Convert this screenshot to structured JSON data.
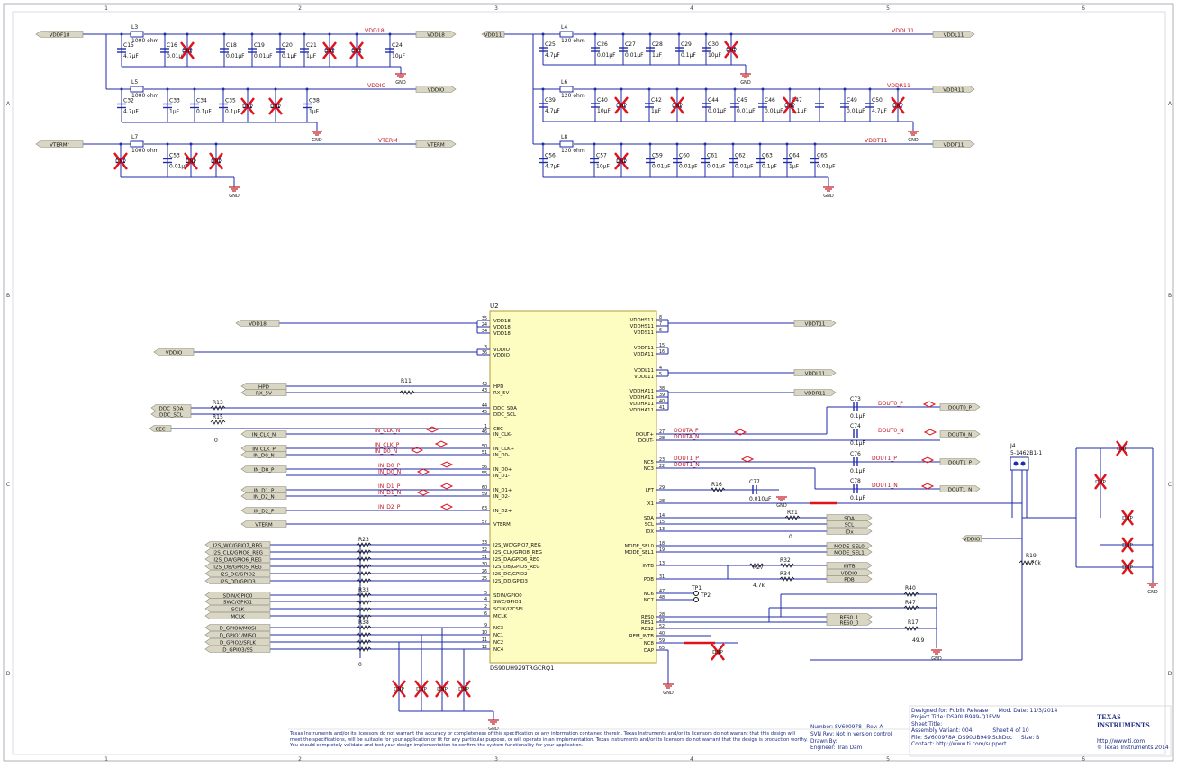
{
  "grid": {
    "columns": [
      "1",
      "2",
      "3",
      "4",
      "5",
      "6"
    ],
    "rows": [
      "A",
      "B",
      "C",
      "D"
    ]
  },
  "ic": {
    "ref": "U2",
    "part": "DS90UH929TRGCRQ1",
    "left_pins": [
      {
        "num": "35",
        "name": "VDD18"
      },
      {
        "num": "24",
        "name": "VDD18"
      },
      {
        "num": "34",
        "name": "VDD18"
      },
      {
        "num": "3",
        "name": "VDDIO"
      },
      {
        "num": "36",
        "name": "VDDIO"
      },
      {
        "num": "42",
        "name": "HPD"
      },
      {
        "num": "43",
        "name": "RX_5V"
      },
      {
        "num": "44",
        "name": "DDC_SDA"
      },
      {
        "num": "45",
        "name": "DDC_SCL"
      },
      {
        "num": "1",
        "name": "CEC"
      },
      {
        "num": "46",
        "name": "IN_CLK-"
      },
      {
        "num": "50",
        "name": "IN_CLK+"
      },
      {
        "num": "51",
        "name": "IN_D0-"
      },
      {
        "num": "56",
        "name": "IN_D0+"
      },
      {
        "num": "55",
        "name": "IN_D1-"
      },
      {
        "num": "60",
        "name": "IN_D1+"
      },
      {
        "num": "59",
        "name": "IN_D2-"
      },
      {
        "num": "63",
        "name": "IN_D2+"
      },
      {
        "num": "57",
        "name": "VTERM"
      },
      {
        "num": "33",
        "name": "I2S_WC/GPIO7_REG"
      },
      {
        "num": "32",
        "name": "I2S_CLK/GPIO8_REG"
      },
      {
        "num": "31",
        "name": "I2S_DA/GPIO6_REG"
      },
      {
        "num": "30",
        "name": "I2S_DB/GPIO5_REG"
      },
      {
        "num": "26",
        "name": "I2S_DC/GPIO2"
      },
      {
        "num": "25",
        "name": "I2S_DD/GPIO3"
      },
      {
        "num": "5",
        "name": "SDIN/GPIO0"
      },
      {
        "num": "4",
        "name": "SWC/GPIO1"
      },
      {
        "num": "2",
        "name": "SCLK/I2CSEL"
      },
      {
        "num": "6",
        "name": "MCLK"
      },
      {
        "num": "9",
        "name": "NC3"
      },
      {
        "num": "10",
        "name": "NC1"
      },
      {
        "num": "11",
        "name": "NC2"
      },
      {
        "num": "12",
        "name": "NC4"
      }
    ],
    "right_pins": [
      {
        "num": "8",
        "name": "VDDHS11"
      },
      {
        "num": "7",
        "name": "VDDHS11"
      },
      {
        "num": "6",
        "name": "VDDS11"
      },
      {
        "num": "15",
        "name": "VDDP11"
      },
      {
        "num": "16",
        "name": "VDDA11"
      },
      {
        "num": "4",
        "name": "VDDL11"
      },
      {
        "num": "5",
        "name": "VDDL11"
      },
      {
        "num": "38",
        "name": "VDDHA11"
      },
      {
        "num": "39",
        "name": "VDDHA11"
      },
      {
        "num": "40",
        "name": "VDDHA11"
      },
      {
        "num": "41",
        "name": "VDDHA11"
      },
      {
        "num": "27",
        "name": "DOUT+"
      },
      {
        "num": "28",
        "name": "DOUT-"
      },
      {
        "num": "23",
        "name": "NC5"
      },
      {
        "num": "22",
        "name": "NC3"
      },
      {
        "num": "29",
        "name": "LFT"
      },
      {
        "num": "28",
        "name": "X1"
      },
      {
        "num": "14",
        "name": "SDA"
      },
      {
        "num": "15",
        "name": "SCL"
      },
      {
        "num": "13",
        "name": "IDX"
      },
      {
        "num": "18",
        "name": "MODE_SEL0"
      },
      {
        "num": "19",
        "name": "MODE_SEL1"
      },
      {
        "num": "13",
        "name": "INTB"
      },
      {
        "num": "31",
        "name": "PDB"
      },
      {
        "num": "47",
        "name": "NC6"
      },
      {
        "num": "48",
        "name": "NC7"
      },
      {
        "num": "28",
        "name": "RES0"
      },
      {
        "num": "29",
        "name": "RES1"
      },
      {
        "num": "52",
        "name": "RES2"
      },
      {
        "num": "40",
        "name": "REM_INTB"
      },
      {
        "num": "59",
        "name": "NC8"
      },
      {
        "num": "65",
        "name": "DAP"
      }
    ]
  },
  "power_ports": {
    "vddf18": "VDDF18",
    "vdd18": "VDD18",
    "vddio": "VDDIO",
    "vtermr": "VTERMr",
    "vterm": "VTERM",
    "vdd11": "VDD11",
    "vddl11": "VDDL11",
    "vddr11": "VDDR11",
    "vddt11": "VDDT11"
  },
  "net_labels": {
    "vdd18": "VDD18",
    "vddio": "VDDIO",
    "vterm": "VTERM",
    "vddl11": "VDDL11",
    "vddr11": "VDDR11",
    "vddt11": "VDDT11"
  },
  "inductors": [
    {
      "ref": "L3",
      "val": "1000 ohm"
    },
    {
      "ref": "L5",
      "val": "1000 ohm"
    },
    {
      "ref": "L7",
      "val": "1000 ohm"
    },
    {
      "ref": "L4",
      "val": "120 ohm"
    },
    {
      "ref": "L6",
      "val": "120 ohm"
    },
    {
      "ref": "L8",
      "val": "120 ohm"
    }
  ],
  "cap_rows": [
    [
      {
        "ref": "C15",
        "val": "4.7µF"
      },
      {
        "ref": "C16",
        "val": "0.01µF"
      },
      {
        "ref": "C18",
        "val": "0.01µF"
      },
      {
        "ref": "C19",
        "val": "0.01µF"
      },
      {
        "ref": "C20",
        "val": "0.1µF"
      },
      {
        "ref": "C21",
        "val": "1µF"
      },
      {
        "ref": "C24",
        "val": "10µF"
      }
    ],
    [
      {
        "ref": "C32",
        "val": "4.7µF"
      },
      {
        "ref": "C33",
        "val": "1µF"
      },
      {
        "ref": "C34",
        "val": "0.1µF"
      },
      {
        "ref": "C35",
        "val": "0.1µF"
      },
      {
        "ref": "C38",
        "val": "1µF"
      }
    ],
    [
      {
        "ref": "C53",
        "val": "0.01µF"
      }
    ],
    [
      {
        "ref": "C25",
        "val": "4.7µF"
      },
      {
        "ref": "C26",
        "val": "0.01µF"
      },
      {
        "ref": "C27",
        "val": "0.01µF"
      },
      {
        "ref": "C28",
        "val": "1µF"
      },
      {
        "ref": "C29",
        "val": "0.1µF"
      },
      {
        "ref": "C30",
        "val": "10µF"
      }
    ],
    [
      {
        "ref": "C39",
        "val": "4.7µF"
      },
      {
        "ref": "C40",
        "val": "10µF"
      },
      {
        "ref": "C42",
        "val": "1µF"
      },
      {
        "ref": "C44",
        "val": "0.01µF"
      },
      {
        "ref": "C45",
        "val": "0.01µF"
      },
      {
        "ref": "C46",
        "val": "0.01µF"
      },
      {
        "ref": "C47",
        "val": "0.1µF"
      },
      {
        "ref": "C49",
        "val": "0.01µF"
      },
      {
        "ref": "C50",
        "val": "4.7µF"
      }
    ],
    [
      {
        "ref": "C56",
        "val": "4.7µF"
      },
      {
        "ref": "C57",
        "val": "10µF"
      },
      {
        "ref": "C59",
        "val": "0.01µF"
      },
      {
        "ref": "C60",
        "val": "0.01µF"
      },
      {
        "ref": "C61",
        "val": "0.01µF"
      },
      {
        "ref": "C62",
        "val": "0.01µF"
      },
      {
        "ref": "C63",
        "val": "0.1µF"
      },
      {
        "ref": "C64",
        "val": "1µF"
      },
      {
        "ref": "C65",
        "val": "0.01µF"
      }
    ]
  ],
  "gnd": "GND",
  "dnp": "DNP",
  "left_ports": {
    "hpd": "HPD",
    "rx5v": "RX_5V",
    "ddc_sda": "DDC_SDA",
    "ddc_scl": "DDC_SCL",
    "cec": "CEC",
    "in_clk_n": "IN_CLK_N",
    "in_clk_p": "IN_CLK_P",
    "in_d0_n": "IN_D0_N",
    "in_d0_p": "IN_D0_P",
    "in_d1_p": "IN_D1_P",
    "in_d2_n": "IN_D2_N",
    "in_d2_p": "IN_D2_P",
    "vterm": "VTERM",
    "i2s_wc": "I2S_WC/GPIO7_REG",
    "i2s_clk": "I2S_CLK/GPIO8_REG",
    "i2s_da": "I2S_DA/GPIO6_REG",
    "i2s_db": "I2S_DB/GPIO5_REG",
    "i2s_dc": "I2S_DC/GPIO2",
    "i2s_dd": "I2S_DD/GPIO3",
    "sdin": "SDIN/GPIO0",
    "swc": "SWC/GPIO1",
    "sclk": "SCLK",
    "mclk": "MCLK",
    "d_gpio0": "D_GPIO0/MOSI",
    "d_gpio1": "D_GPIO1/MISO",
    "d_gpio2": "D_GPIO2/SPLK",
    "d_gpio3": "D_GPIO3/SS"
  },
  "signal_nets": {
    "in_clk_n": "IN_CLK_N",
    "in_clk_p": "IN_CLK_P",
    "in_d0_n": "IN_D0_N",
    "in_d0_p": "IN_D0_P",
    "in_d1_p": "IN_D1_P",
    "in_d1_n": "IN_D1_N",
    "in_d2_p": "IN_D2_P",
    "douta_p": "DOUTA_P",
    "douta_n": "DOUTA_N",
    "dout1_p": "DOUT1_P",
    "dout1_n": "DOUT1_N",
    "dout0_p": "DOUT0_P",
    "dout0_n": "DOUT0_N"
  },
  "right_ports": {
    "dout0_p": "DOUT0_P",
    "dout0_n": "DOUT0_N",
    "dout1_p": "DOUT1_P",
    "dout1_n": "DOUT1_N",
    "sda": "SDA",
    "scl": "SCL",
    "idx": "IDx",
    "mode_sel0": "MODE_SEL0",
    "mode_sel1": "MODE_SEL1",
    "intb": "INTB",
    "vddio": "VDDIO",
    "pdb": "PDB",
    "res0_1": "RES0_1",
    "res0_0": "RES0_0",
    "vddio2": "VDDIO"
  },
  "resistors": {
    "r11": "R11",
    "r13": "R13",
    "r15": "R15",
    "r16": "R16",
    "r21": "R21",
    "r23": "R23",
    "r27": "R27",
    "r32": "R32",
    "r33": "R33",
    "r34": "R34",
    "r38": "R38",
    "r40": "R40",
    "r47": "R47",
    "r17": "R17",
    "r19": "R19",
    "r19_val": "4.70k",
    "r27_val": "4.7k",
    "r17_val": "49.9",
    "zero": "0"
  },
  "misc_caps": {
    "c73": "C73",
    "c74": "C74",
    "c76": "C76",
    "c78": "C78",
    "c77": "C77",
    "val_01": "0.1µF",
    "c77_val": "0.010µF"
  },
  "connector": {
    "ref": "J4",
    "part": "5-1462B1-1"
  },
  "testpoints": {
    "tp1": "TP1",
    "tp2": "TP2"
  },
  "disclaimer": "Texas Instruments and/or its licensors do not warrant the accuracy or completeness of this specification or any information contained therein. Texas Instruments and/or its licensors do not warrant that this design will meet the specifications, will be suitable for your application or fit for any particular purpose, or will operate in an implementation. Texas Instruments and/or its licensors do not warrant that the design is production worthy. You should completely validate and test your design implementation to confirm the system functionality for your application.",
  "meta": {
    "number_label": "Number:",
    "number": "SV600978",
    "rev_label": "Rev:",
    "rev": "A",
    "svn_label": "SVN Rev:",
    "svn": "Not in version control",
    "drawn_label": "Drawn By:",
    "drawn": "",
    "engineer_label": "Engineer:",
    "engineer": "Tran Dam"
  },
  "titleblock": {
    "designed_for": "Designed for: Public Release",
    "mod_date": "Mod. Date: 11/3/2014",
    "project": "Project Title: DS90UB949-Q1EVM",
    "sheet_title": "Sheet Title:",
    "assembly": "Assembly Variant: 004",
    "sheet": "Sheet 4 of 10",
    "file": "File: SV600978A_DS90UB949.SchDoc",
    "size": "Size: B",
    "contact": "Contact: http://www.ti.com/support",
    "url": "http://www.ti.com",
    "copyright": "© Texas Instruments 2014"
  },
  "logo": {
    "line1": "TEXAS",
    "line2": "INSTRUMENTS"
  },
  "colors": {
    "wire": "#1f2ba8",
    "chip": "#fdfdc2",
    "chip_border": "#b59a3a",
    "port": "#d9d6c4",
    "red": "#e0121a",
    "net": "#c0141c",
    "gnd": "#c0141c"
  }
}
